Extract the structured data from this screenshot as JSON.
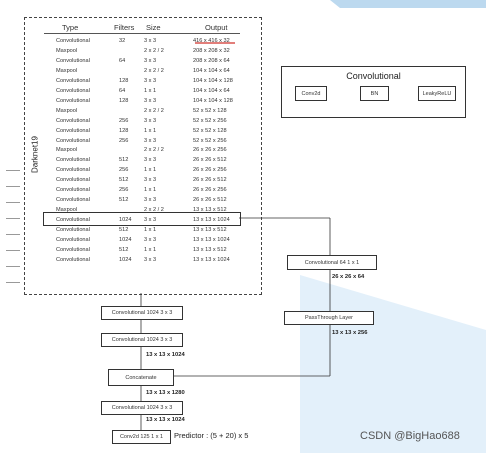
{
  "table": {
    "side_label": "Darknet19",
    "headers": {
      "type": "Type",
      "filters": "Filters",
      "size": "Size",
      "output": "Output"
    },
    "rows": [
      {
        "type": "Convolutional",
        "filters": "32",
        "size": "3 x 3",
        "output": "416 x 416 x 32"
      },
      {
        "type": "Maxpool",
        "filters": "",
        "size": "2 x 2 / 2",
        "output": "208 x 208 x 32"
      },
      {
        "type": "Convolutional",
        "filters": "64",
        "size": "3 x 3",
        "output": "208 x 208 x 64"
      },
      {
        "type": "Maxpool",
        "filters": "",
        "size": "2 x 2 / 2",
        "output": "104 x 104 x 64"
      },
      {
        "type": "Convolutional",
        "filters": "128",
        "size": "3 x 3",
        "output": "104 x 104 x 128"
      },
      {
        "type": "Convolutional",
        "filters": "64",
        "size": "1 x 1",
        "output": "104 x 104 x 64"
      },
      {
        "type": "Convolutional",
        "filters": "128",
        "size": "3 x 3",
        "output": "104 x 104 x 128"
      },
      {
        "type": "Maxpool",
        "filters": "",
        "size": "2 x 2 / 2",
        "output": "52 x 52 x 128"
      },
      {
        "type": "Convolutional",
        "filters": "256",
        "size": "3 x 3",
        "output": "52 x 52 x 256"
      },
      {
        "type": "Convolutional",
        "filters": "128",
        "size": "1 x 1",
        "output": "52 x 52 x 128"
      },
      {
        "type": "Convolutional",
        "filters": "256",
        "size": "3 x 3",
        "output": "52 x 52 x 256"
      },
      {
        "type": "Maxpool",
        "filters": "",
        "size": "2 x 2 / 2",
        "output": "26 x 26 x 256"
      },
      {
        "type": "Convolutional",
        "filters": "512",
        "size": "3 x 3",
        "output": "26 x 26 x 512"
      },
      {
        "type": "Convolutional",
        "filters": "256",
        "size": "1 x 1",
        "output": "26 x 26 x 256"
      },
      {
        "type": "Convolutional",
        "filters": "512",
        "size": "3 x 3",
        "output": "26 x 26 x 512"
      },
      {
        "type": "Convolutional",
        "filters": "256",
        "size": "1 x 1",
        "output": "26 x 26 x 256"
      },
      {
        "type": "Convolutional",
        "filters": "512",
        "size": "3 x 3",
        "output": "26 x 26 x 512"
      },
      {
        "type": "Maxpool",
        "filters": "",
        "size": "2 x 2 / 2",
        "output": "13 x 13 x 512"
      },
      {
        "type": "Convolutional",
        "filters": "1024",
        "size": "3 x 3",
        "output": "13 x 13 x 1024"
      },
      {
        "type": "Convolutional",
        "filters": "512",
        "size": "1 x 1",
        "output": "13 x 13 x 512"
      },
      {
        "type": "Convolutional",
        "filters": "1024",
        "size": "3 x 3",
        "output": "13 x 13 x 1024"
      },
      {
        "type": "Convolutional",
        "filters": "512",
        "size": "1 x 1",
        "output": "13 x 13 x 512"
      },
      {
        "type": "Convolutional",
        "filters": "1024",
        "size": "3 x 3",
        "output": "13 x 13 x 1024"
      }
    ]
  },
  "legend": {
    "title": "Convolutional",
    "conv2d": "Conv2d",
    "bn": "BN",
    "leaky": "LeakyReLU"
  },
  "flow": {
    "conv_a": "Convolutional   1024  3 x 3",
    "conv_b": "Convolutional   1024  3 x 3",
    "dim_a": "13 x 13 x 1024",
    "concat": "Concatenate",
    "dim_b": "13 x 13 x 1280",
    "conv_c": "Convolutional   1024  3 x 3",
    "dim_c": "13 x 13 x 1024",
    "conv2d": "Conv2d   125   1 x 1",
    "predictor": "Predictor : (5 + 20) x 5",
    "side_conv": "Convolutional   64   1 x 1",
    "side_dim": "26 x 26 x 64",
    "passthrough": "PassThrough Layer",
    "pass_dim": "13 x 13 x 256"
  },
  "watermark": "CSDN @BigHao688",
  "colors": {
    "accent_red": "#d0302b",
    "triangle": "#e3f0fa",
    "top_band": "#bcd9ef"
  }
}
